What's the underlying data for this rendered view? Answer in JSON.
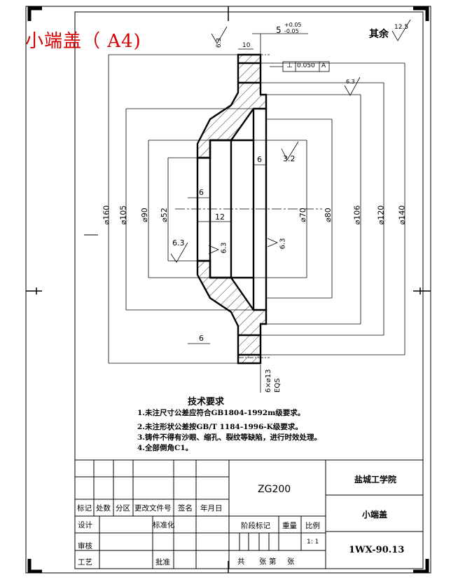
{
  "header": {
    "title": "小端盖（ A4)"
  },
  "surface": {
    "remaining_label": "其余",
    "remaining_value": "12.5"
  },
  "drawing": {
    "dims_left": [
      "⌀160",
      "⌀105",
      "⌀90",
      "⌀52"
    ],
    "dims_right": [
      "⌀70",
      "⌀80",
      "⌀106",
      "⌀120",
      "⌀140"
    ],
    "dim_6_upper": "6",
    "dim_12": "12",
    "dim_6_lower": "6",
    "dim_6_right": "6",
    "dim_10": "10",
    "dim_5": "5",
    "tol_upper": "+0.05",
    "tol_lower": "-0.05",
    "rough_63": "6.3",
    "rough_32": "3.2",
    "tolerance_value": "0.050",
    "tolerance_datum": "A",
    "holes": "6×⌀13",
    "eqs": "EQS"
  },
  "notes": {
    "title": "技术要求",
    "items": [
      "1.未注尺寸公差应符合GB1804-1992m级要求。",
      "2.未注形状公差按GB/T 1184-1996-K级要求。",
      "3.铸件不得有沙眼、缩孔、裂纹等缺陷，进行时效处理。",
      "4.全部倒角C1。"
    ]
  },
  "title_block": {
    "material": "ZG200",
    "school": "盐城工学院",
    "part_name": "小端盖",
    "drawing_no": "1WX-90.13",
    "scale": "1: 1",
    "row_labels": [
      "标记",
      "处数",
      "分区",
      "更改文件号",
      "签名",
      "年月日"
    ],
    "design": "设计",
    "standard": "标准化",
    "stage": "阶段标记",
    "weight": "重量",
    "ratio": "比例",
    "review": "审核",
    "craft": "工艺",
    "approve": "批准",
    "sheets": [
      "共",
      "张",
      "第",
      "张"
    ]
  }
}
